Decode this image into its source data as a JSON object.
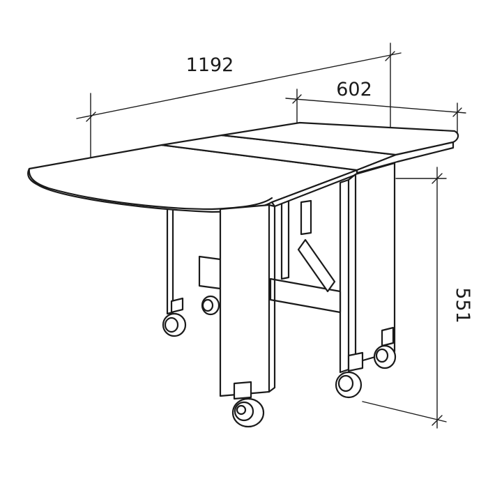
{
  "dimensions": {
    "length": "1192",
    "depth": "602",
    "height": "551"
  }
}
